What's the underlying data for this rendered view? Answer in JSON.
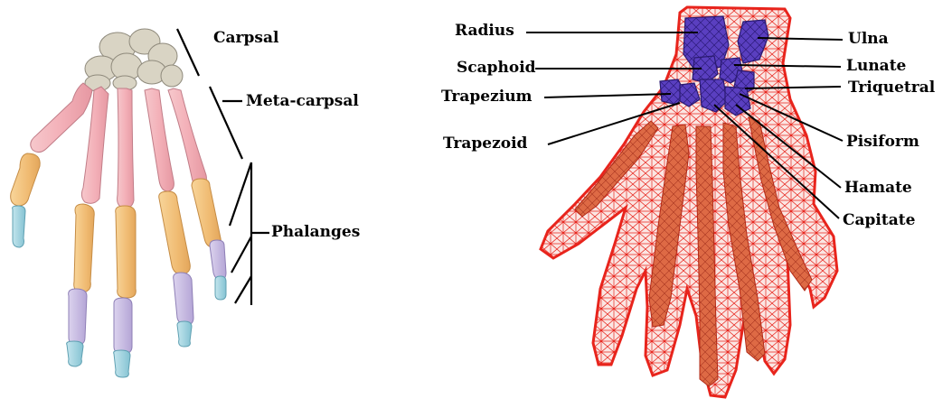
{
  "left_figure": {
    "labels": {
      "carpsal": "Carpsal",
      "metacarpsal": "Meta-carpsal",
      "phalanges": "Phalanges"
    },
    "colors": {
      "carpal": "#d8d3c3",
      "metacarpal": "#f3b6bd",
      "proximal_phalanx": "#f2c47f",
      "middle_phalanx": "#c5b9e0",
      "distal_phalanx": "#9fd0dc"
    }
  },
  "right_figure": {
    "labels": {
      "radius": "Radius",
      "scaphoid": "Scaphoid",
      "trapezium": "Trapezium",
      "trapezoid": "Trapezoid",
      "ulna": "Ulna",
      "lunate": "Lunate",
      "triquetral": "Triquetral",
      "pisiform": "Pisiform",
      "hamate": "Hamate",
      "capitate": "Capitate"
    },
    "colors": {
      "mesh": "#e8241c",
      "bone_fill": "#d9643f",
      "carpal_fill": "#5a3fc0"
    }
  }
}
